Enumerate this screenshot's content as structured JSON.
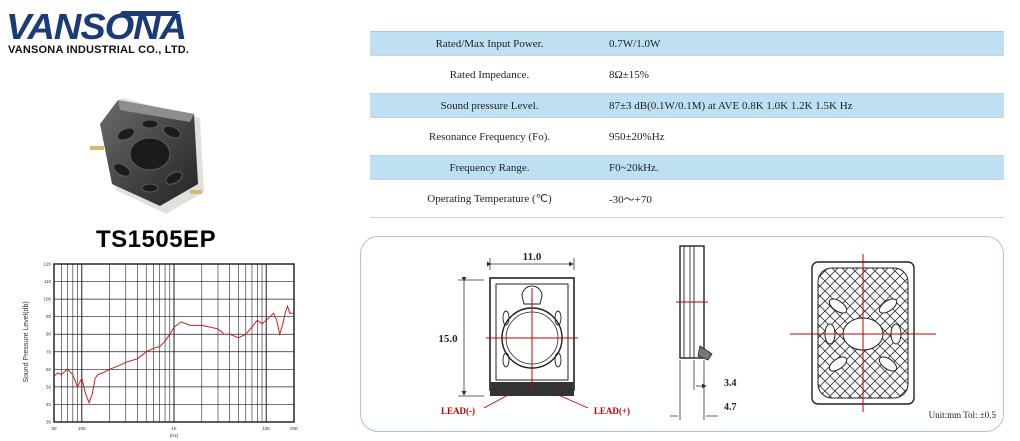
{
  "brand": {
    "logo_text": "VANSONA",
    "company": "VANSONA INDUSTRIAL CO., LTD.",
    "logo_color": "#1b3a7a"
  },
  "product": {
    "model": "TS1505EP"
  },
  "specs": [
    {
      "label": "Rated/Max Input Power.",
      "value": "0.7W/1.0W"
    },
    {
      "label": "Rated Impedance.",
      "value": "8Ω±15%"
    },
    {
      "label": "Sound pressure Level.",
      "value": "87±3 dB(0.1W/0.1M) at AVE 0.8K 1.0K 1.2K 1.5K Hz"
    },
    {
      "label": "Resonance Frequency (Fo).",
      "value": "950±20%Hz"
    },
    {
      "label": "Frequency Range.",
      "value": "F0~20kHz."
    },
    {
      "label": "Operating Temperature (℃)",
      "value": "-30～+70"
    }
  ],
  "drawing": {
    "width_label": "11.0",
    "height_label": "15.0",
    "thickness_inner": "3.4",
    "thickness_outer": "4.7",
    "lead_minus": "LEAD(-)",
    "lead_plus": "LEAD(+)",
    "unit_note": "Unit:mm  Tol: ±0.5",
    "accent_color": "#c00000"
  },
  "chart_data": {
    "type": "line",
    "ylabel": "Sound Pressure Level(db)",
    "xlabel": "(Hz)",
    "x_scale": "log",
    "xlim": [
      50,
      20000
    ],
    "ylim": [
      30,
      120
    ],
    "y_ticks": [
      "120",
      "110",
      "100",
      "90",
      "80",
      "70",
      "60",
      "50",
      "40",
      "30"
    ],
    "x_ticks": [
      {
        "v": 50,
        "l": "50"
      },
      {
        "v": 100,
        "l": "100"
      },
      {
        "v": 1000,
        "l": "1K"
      },
      {
        "v": 10000,
        "l": "10K"
      },
      {
        "v": 20000,
        "l": "20K"
      }
    ],
    "grid": true,
    "series": [
      {
        "x": [
          50,
          55,
          60,
          70,
          80,
          90,
          100,
          110,
          120,
          130,
          140,
          150,
          170,
          200,
          250,
          300,
          400,
          500,
          600,
          700,
          800,
          900,
          1000,
          1200,
          1500,
          2000,
          2500,
          3000,
          3500,
          4000,
          5000,
          6000,
          7000,
          8000,
          9000,
          10000,
          11000,
          12000,
          13000,
          14000,
          15000,
          16000,
          17000,
          18000,
          20000
        ],
        "y": [
          56,
          58,
          57,
          60,
          57,
          50,
          55,
          46,
          41,
          46,
          55,
          57,
          58,
          60,
          62,
          64,
          66,
          70,
          72,
          73,
          76,
          80,
          84,
          87,
          85,
          85,
          84,
          83,
          80,
          80,
          78,
          80,
          84,
          88,
          86,
          88,
          90,
          92,
          88,
          80,
          85,
          92,
          96,
          92,
          92
        ]
      }
    ]
  }
}
